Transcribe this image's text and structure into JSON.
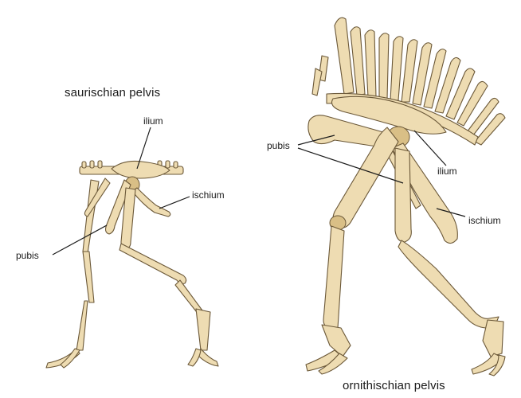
{
  "saurischian": {
    "title": "saurischian pelvis",
    "labels": {
      "ilium": "ilium",
      "ischium": "ischium",
      "pubis": "pubis"
    }
  },
  "ornithischian": {
    "title": "ornithischian pelvis",
    "labels": {
      "pubis": "pubis",
      "ilium": "ilium",
      "ischium": "ischium"
    }
  },
  "colors": {
    "bone": "#eedcb2",
    "bone_shade": "#d9bf86",
    "outline": "#6b5838",
    "leader": "#1a1a1a"
  }
}
